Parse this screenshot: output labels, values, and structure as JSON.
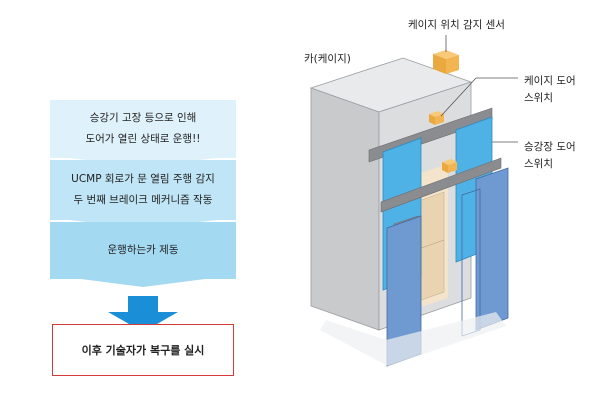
{
  "flowchart": {
    "steps": [
      {
        "lines": [
          "승강기 고장 등으로 인해",
          "도어가 열린 상태로 운행!!"
        ]
      },
      {
        "lines": [
          "UCMP 회로가 문 열림 주행 감지",
          "두 번째 브레이크 메커니즘 작동"
        ]
      },
      {
        "lines": [
          "운행하는카 제동"
        ]
      }
    ],
    "result": "이후 기술자가 복구를 실시",
    "colors": {
      "step1": "#dff2fb",
      "step2": "#bfe5f6",
      "step3": "#a4d9f2",
      "arrow": "#1a8fd8",
      "result_border": "#d43a3a"
    }
  },
  "diagram": {
    "labels": {
      "car": "카(케이지)",
      "cage_position_sensor": "케이지 위치 감지 센서",
      "cage_door_switch": [
        "케이지 도어",
        "스위치"
      ],
      "landing_door_switch": [
        "승강장 도어",
        "스위치"
      ]
    },
    "colors": {
      "car_body": "#d6d7d9",
      "door_panel": "#6f9ad1",
      "side_panel": "#4fb2e6",
      "rail": "#8a8c8f",
      "sensor": "#f3b552"
    }
  }
}
